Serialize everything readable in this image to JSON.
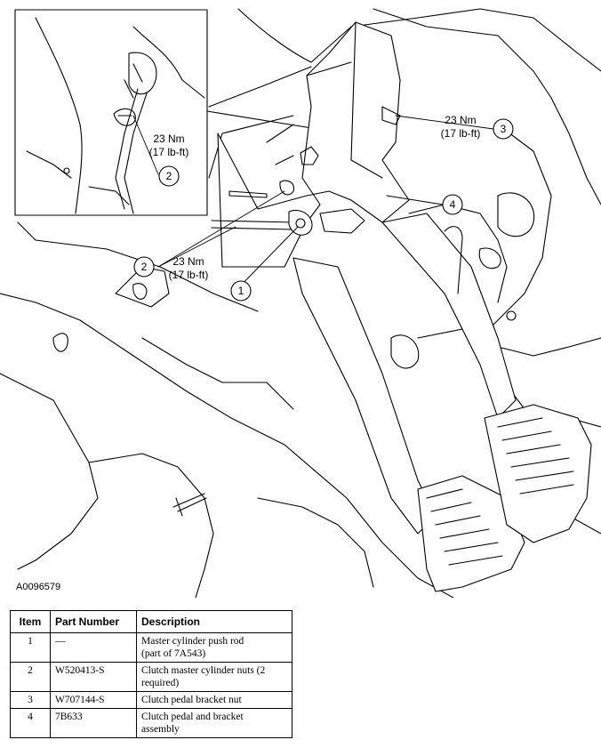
{
  "figure_id": "A0096579",
  "callouts": [
    {
      "id": "1",
      "label": "1"
    },
    {
      "id": "2a",
      "label": "2",
      "torque_nm": "23 Nm",
      "torque_lbft": "(17 lb-ft)"
    },
    {
      "id": "2b",
      "label": "2",
      "torque_nm": "23 Nm",
      "torque_lbft": "(17 lb-ft)"
    },
    {
      "id": "3",
      "label": "3",
      "torque_nm": "23 Nm",
      "torque_lbft": "(17 lb-ft)"
    },
    {
      "id": "4",
      "label": "4"
    }
  ],
  "table": {
    "headers": {
      "item": "Item",
      "part_number": "Part Number",
      "description": "Description"
    },
    "rows": [
      {
        "item": "1",
        "part_number": "—",
        "description_1": "Master cylinder push rod",
        "description_2": "(part of 7A543)"
      },
      {
        "item": "2",
        "part_number": "W520413-S",
        "description_1": "Clutch master cylinder nuts (2",
        "description_2": "required)"
      },
      {
        "item": "3",
        "part_number": "W707144-S",
        "description_1": "Clutch pedal bracket nut",
        "description_2": ""
      },
      {
        "item": "4",
        "part_number": "7B633",
        "description_1": "Clutch pedal and bracket",
        "description_2": "assembly"
      }
    ]
  }
}
